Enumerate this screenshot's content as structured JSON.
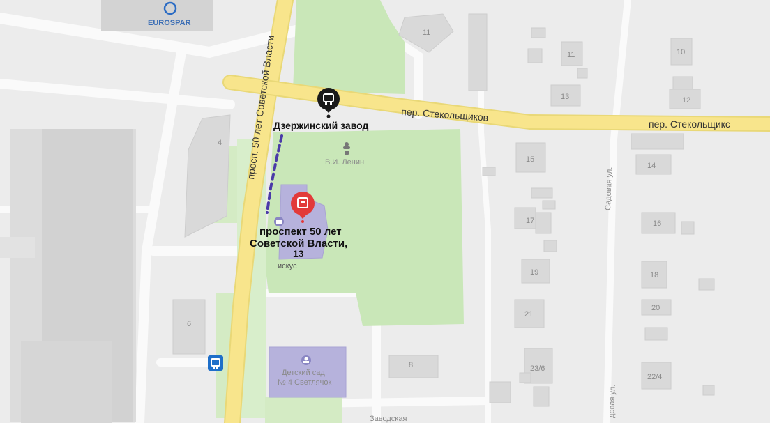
{
  "map": {
    "pois": {
      "eurospar": "EUROSPAR",
      "lenin": "В.И. Ленин",
      "museum_partial": "искус",
      "kindergarten_line1": "Детский сад",
      "kindergarten_line2": "№ 4 Светлячок"
    },
    "streets": {
      "avenue": "просп. 50 лет Советской Власти",
      "lane_middle": "пер. Стекольщиков",
      "lane_right": "пер. Стекольщикс",
      "sadovaya": "Садовая ул.",
      "sadovaya_bottom": "довая ул.",
      "bottom_partial": "Заводская"
    },
    "stop": {
      "name": "Дзержинский завод"
    },
    "destination": {
      "line1": "проспект 50 лет",
      "line2": "Советской Власти,",
      "line3": "13"
    },
    "buildings": {
      "b11_top": "11",
      "b11": "11",
      "b10": "10",
      "b13": "13",
      "b12": "12",
      "b4": "4",
      "b15": "15",
      "b14": "14",
      "b17": "17",
      "b16": "16",
      "b19": "19",
      "b18": "18",
      "b21": "21",
      "b20": "20",
      "b6": "6",
      "b8": "8",
      "b23_6": "23/6",
      "b22_4": "22/4"
    },
    "colors": {
      "road_major": "#f8e58c",
      "park": "#c9e7b8",
      "building": "#d9d9d9",
      "route": "#4a3aa8",
      "pin_red": "#e23a3a",
      "highlight_building": "#b6b2dc",
      "transit_icon": "#1e6fc9"
    },
    "icons": {
      "stop_marker": "bus-stop-pin-icon",
      "destination_marker": "destination-pin-icon",
      "transit_sign": "bus-stop-sign-icon",
      "monument": "monument-icon",
      "kindergarten": "kindergarten-icon",
      "museum": "museum-icon",
      "eurospar_logo": "eurospar-logo-icon"
    }
  }
}
